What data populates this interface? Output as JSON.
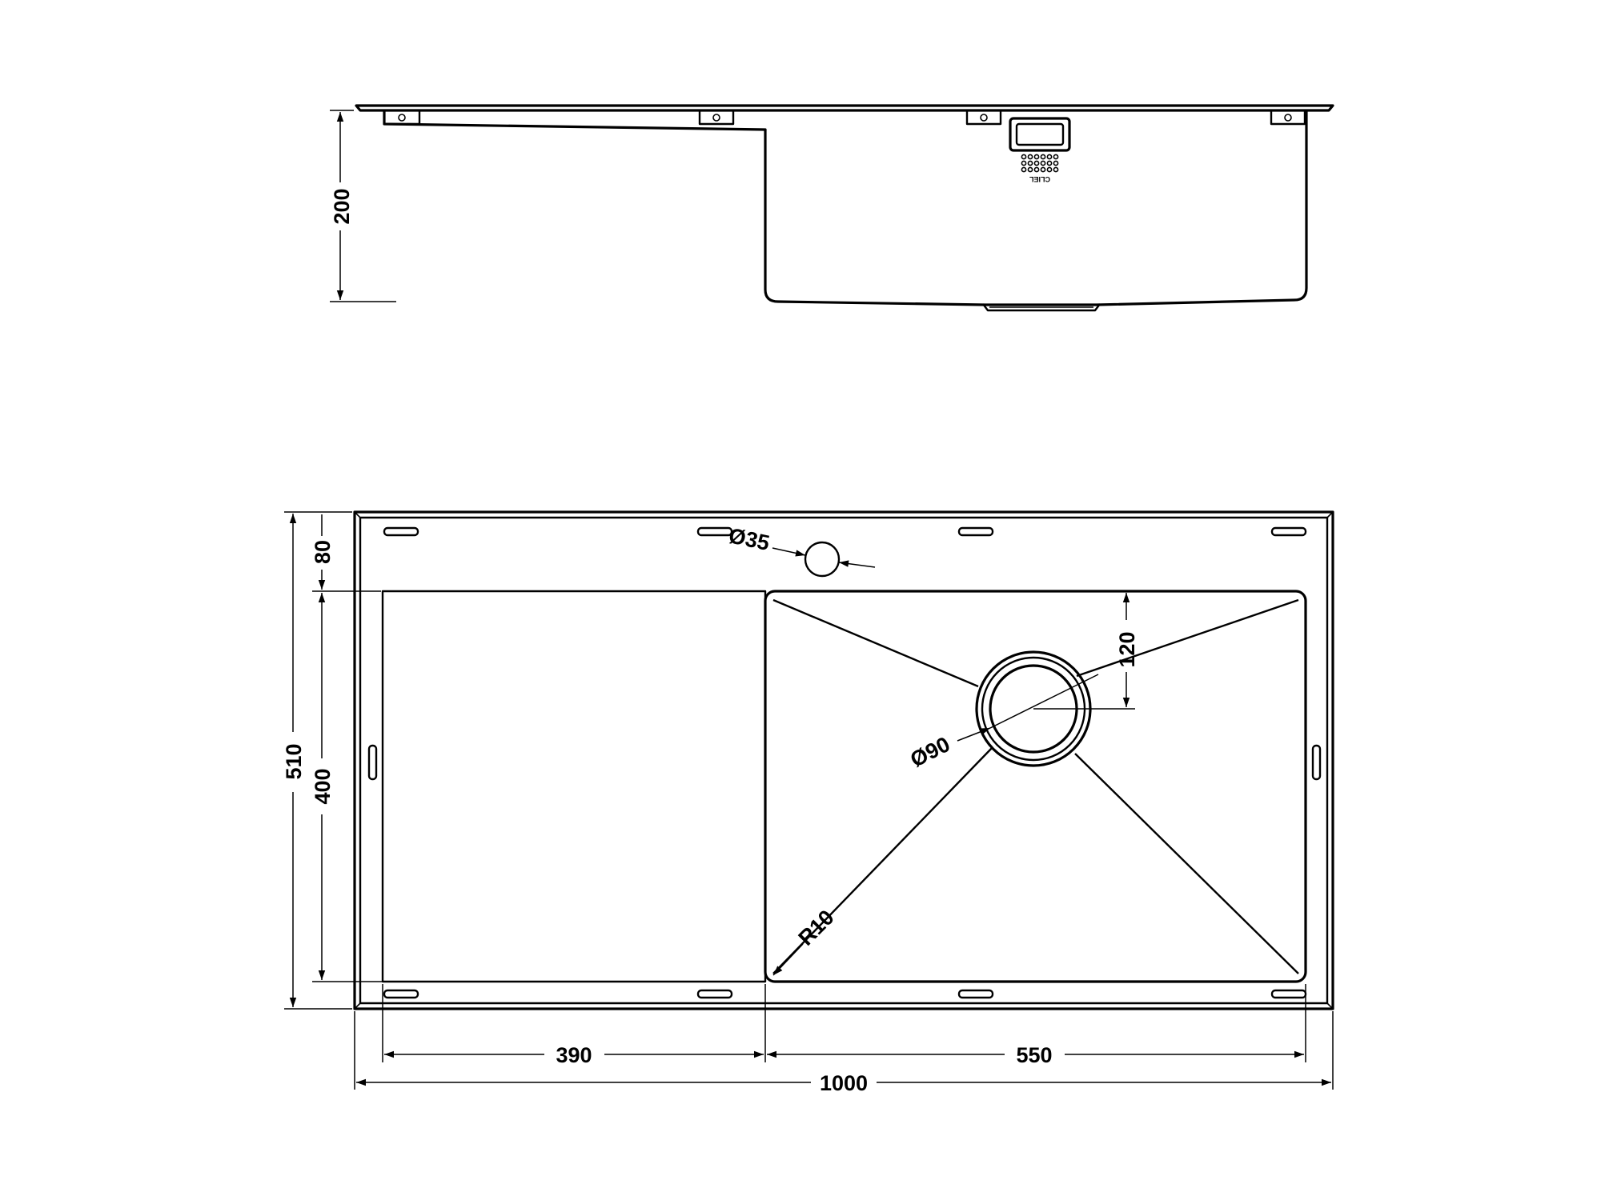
{
  "side_view": {
    "depth_label": "200",
    "bowl_logo_text": "CLIEL"
  },
  "plan_view": {
    "width_label": "1000",
    "drainer_label": "390",
    "bowl_width_label": "550",
    "depth_label": "510",
    "bowl_depth_label": "400",
    "rear_ledge_label": "80",
    "tap_hole_label": "Ø35",
    "waste_label": "Ø90",
    "waste_offset_label": "120",
    "corner_radius_label": "R10"
  },
  "colors": {
    "line": "#000000",
    "background": "#ffffff"
  }
}
